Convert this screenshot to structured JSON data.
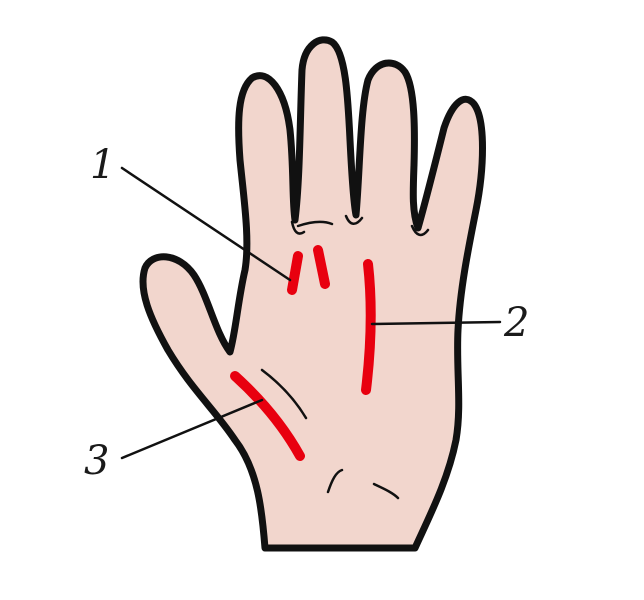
{
  "colors": {
    "skin": "#f2d6cd",
    "outline": "#111111",
    "marking": "#e8000f"
  },
  "labels": [
    {
      "id": "1",
      "text": "1"
    },
    {
      "id": "2",
      "text": "2"
    },
    {
      "id": "3",
      "text": "3"
    }
  ]
}
